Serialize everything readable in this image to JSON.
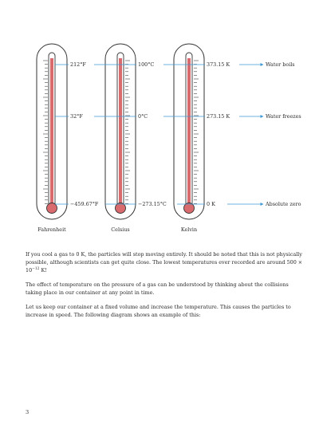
{
  "figure": {
    "thermometers": [
      {
        "name": "Fahrenheit",
        "top_label": "212°F",
        "mid_label": "32°F",
        "bottom_label": "−459.67°F"
      },
      {
        "name": "Celsius",
        "top_label": "100°C",
        "mid_label": "0°C",
        "bottom_label": "−273.15°C"
      },
      {
        "name": "Kelvin",
        "top_label": "373.15 K",
        "mid_label": "273.15 K",
        "bottom_label": "0 K"
      }
    ],
    "callouts": [
      "Water boils",
      "Water freezes",
      "Absolute zero"
    ],
    "colors": {
      "mercury": "#d96a6e",
      "arrow": "#3f9ad6",
      "outline": "#333333"
    }
  },
  "paragraphs": {
    "p1_before": "If you cool a gas to 0 K, the particles will stop moving entirely. It should be noted that this is not physically possible, although scientists can get quite close. The lowest temperatures ever recorded are around 500 × 10",
    "p1_exp": "−12",
    "p1_after": " K!",
    "p2": "The effect of temperature on the pressure of a gas can be understood by thinking about the collisions taking place in our container at any point in time.",
    "p3": "Let us keep our container at a fixed volume and increase the temperature. This causes the particles to increase in speed. The following diagram shows an example of this:"
  },
  "page_number": "3"
}
